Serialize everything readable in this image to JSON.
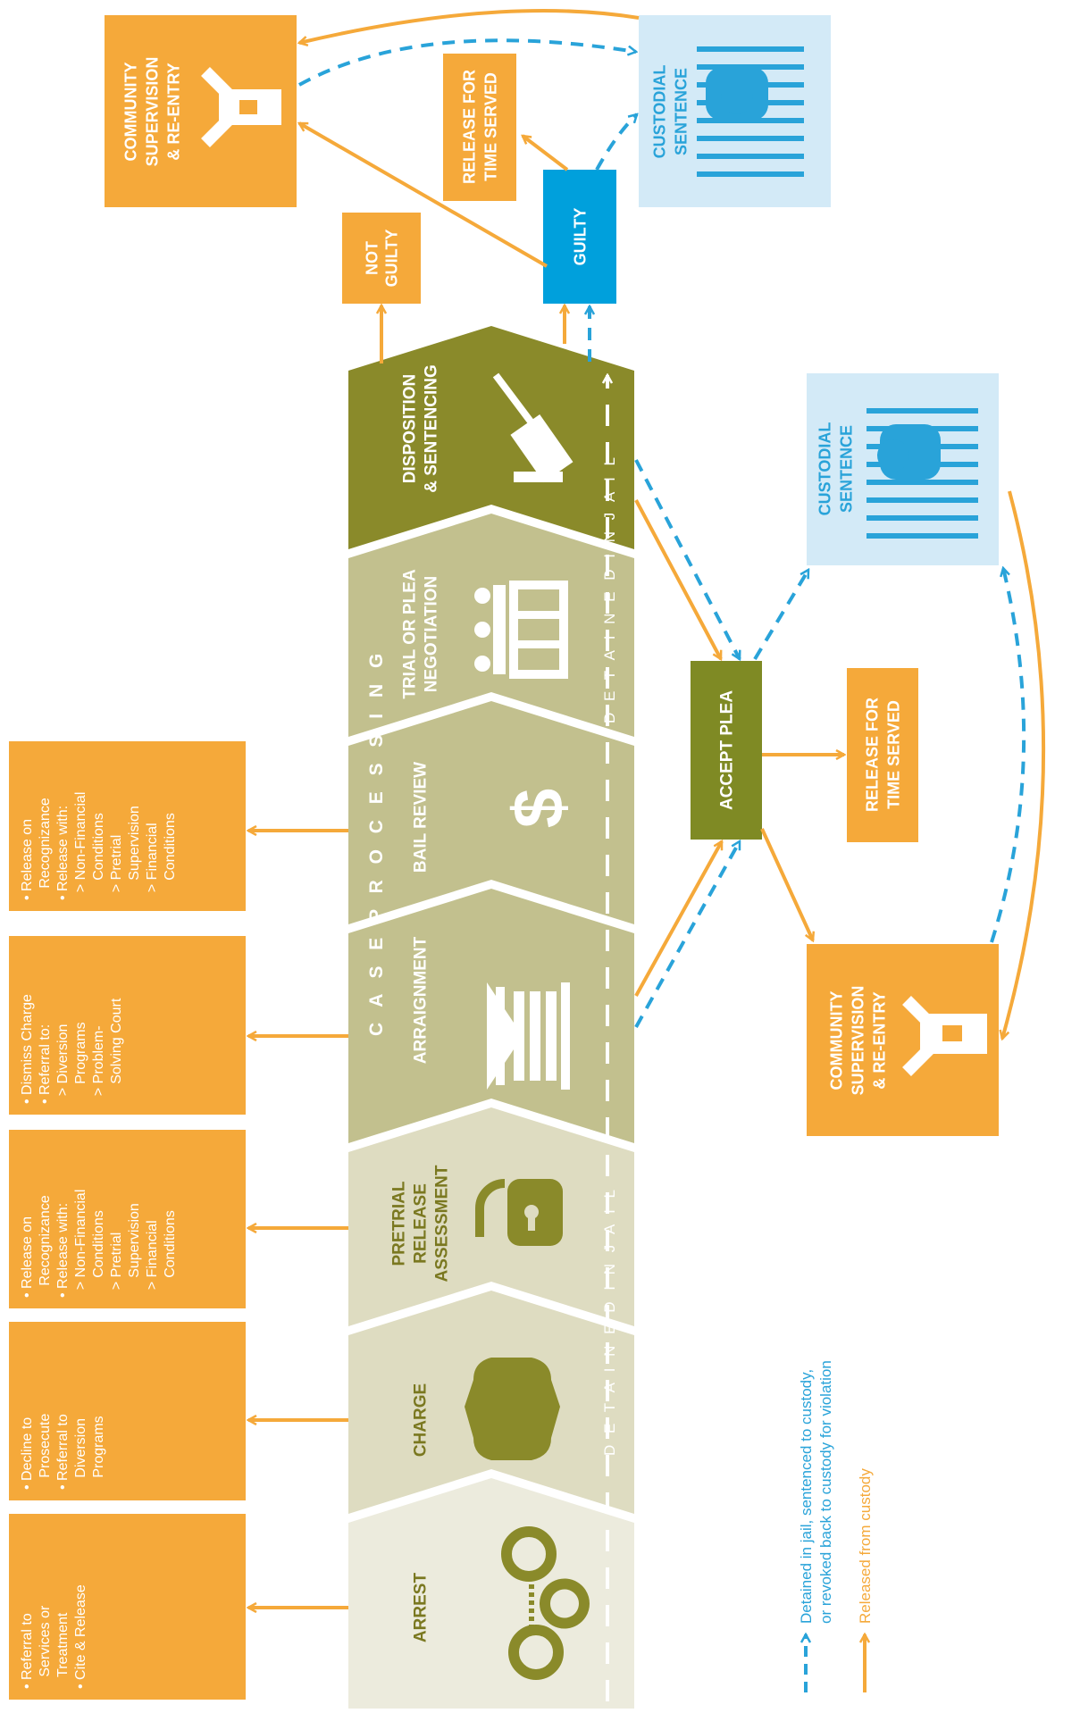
{
  "stages": [
    {
      "label": "ARREST",
      "icon": "handcuffs-icon"
    },
    {
      "label": "CHARGE",
      "icon": "police-badge-icon"
    },
    {
      "label": [
        "PRETRIAL",
        "RELEASE",
        "ASSESSMENT"
      ],
      "icon": "padlock-icon"
    },
    {
      "label": "ARRAIGNMENT",
      "icon": "courthouse-icon"
    },
    {
      "label": "BAIL REVIEW",
      "icon": "dollar-sign-icon"
    },
    {
      "label": [
        "TRIAL OR PLEA",
        "NEGOTIATION"
      ],
      "icon": "jury-box-icon"
    },
    {
      "label": [
        "DISPOSITION",
        "& SENTENCING"
      ],
      "icon": "gavel-icon"
    }
  ],
  "case_processing_label": "C A S E   P R O C E S S I N G",
  "detained_label": "D E T A I N E D    I N   J A I L",
  "release_boxes": [
    {
      "lines": [
        "• Referral to",
        "   Services or",
        "   Treatment",
        "• Cite & Release"
      ]
    },
    {
      "lines": [
        "• Decline to",
        "   Prosecute",
        "• Referral to",
        "   Diversion",
        "   Programs"
      ]
    },
    {
      "lines": [
        "• Release on",
        "   Recognizance",
        "• Release with:",
        "  > Non-Financial",
        "     Conditions",
        "  > Pretrial",
        "     Supervision",
        "  > Financial",
        "     Conditions"
      ]
    },
    {
      "lines": [
        "• Dismiss Charge",
        "• Referral to:",
        "  > Diversion",
        "     Programs",
        "  > Problem-",
        "     Solving Court"
      ]
    },
    {
      "lines": [
        "• Release on",
        "   Recognizance",
        "• Release with:",
        "  > Non-Financial",
        "     Conditions",
        "  > Pretrial",
        "     Supervision",
        "  > Financial",
        "     Conditions"
      ]
    }
  ],
  "outcomes": {
    "not_guilty": [
      "NOT",
      "GUILTY"
    ],
    "guilty": "GUILTY",
    "release_time_served_top": [
      "RELEASE FOR",
      "TIME SERVED"
    ],
    "custodial_sentence_top": [
      "CUSTODIAL",
      "SENTENCE"
    ],
    "community_supervision_top": [
      "COMMUNITY",
      "SUPERVISION",
      "& RE-ENTRY"
    ],
    "accept_plea": "ACCEPT PLEA",
    "release_time_served_right": [
      "RELEASE FOR",
      "TIME SERVED"
    ],
    "custodial_sentence_right": [
      "CUSTODIAL",
      "SENTENCE"
    ],
    "community_supervision_right": [
      "COMMUNITY",
      "SUPERVISION",
      "& RE-ENTRY"
    ]
  },
  "legend": {
    "blue": [
      "Detained in jail, sentenced to custody,",
      "or revoked back to custody for violation"
    ],
    "orange": "Released from custody"
  },
  "colors": {
    "orange": "#f5a93a",
    "blue": "#29a3d9",
    "light_blue": "#d3eaf7",
    "olive_dark": "#8a8a2a",
    "olive_mid": "#c2c08e",
    "olive_light": "#dedcc1",
    "olive_lightest": "#ecebdd",
    "accept_plea": "#7f8a24"
  }
}
